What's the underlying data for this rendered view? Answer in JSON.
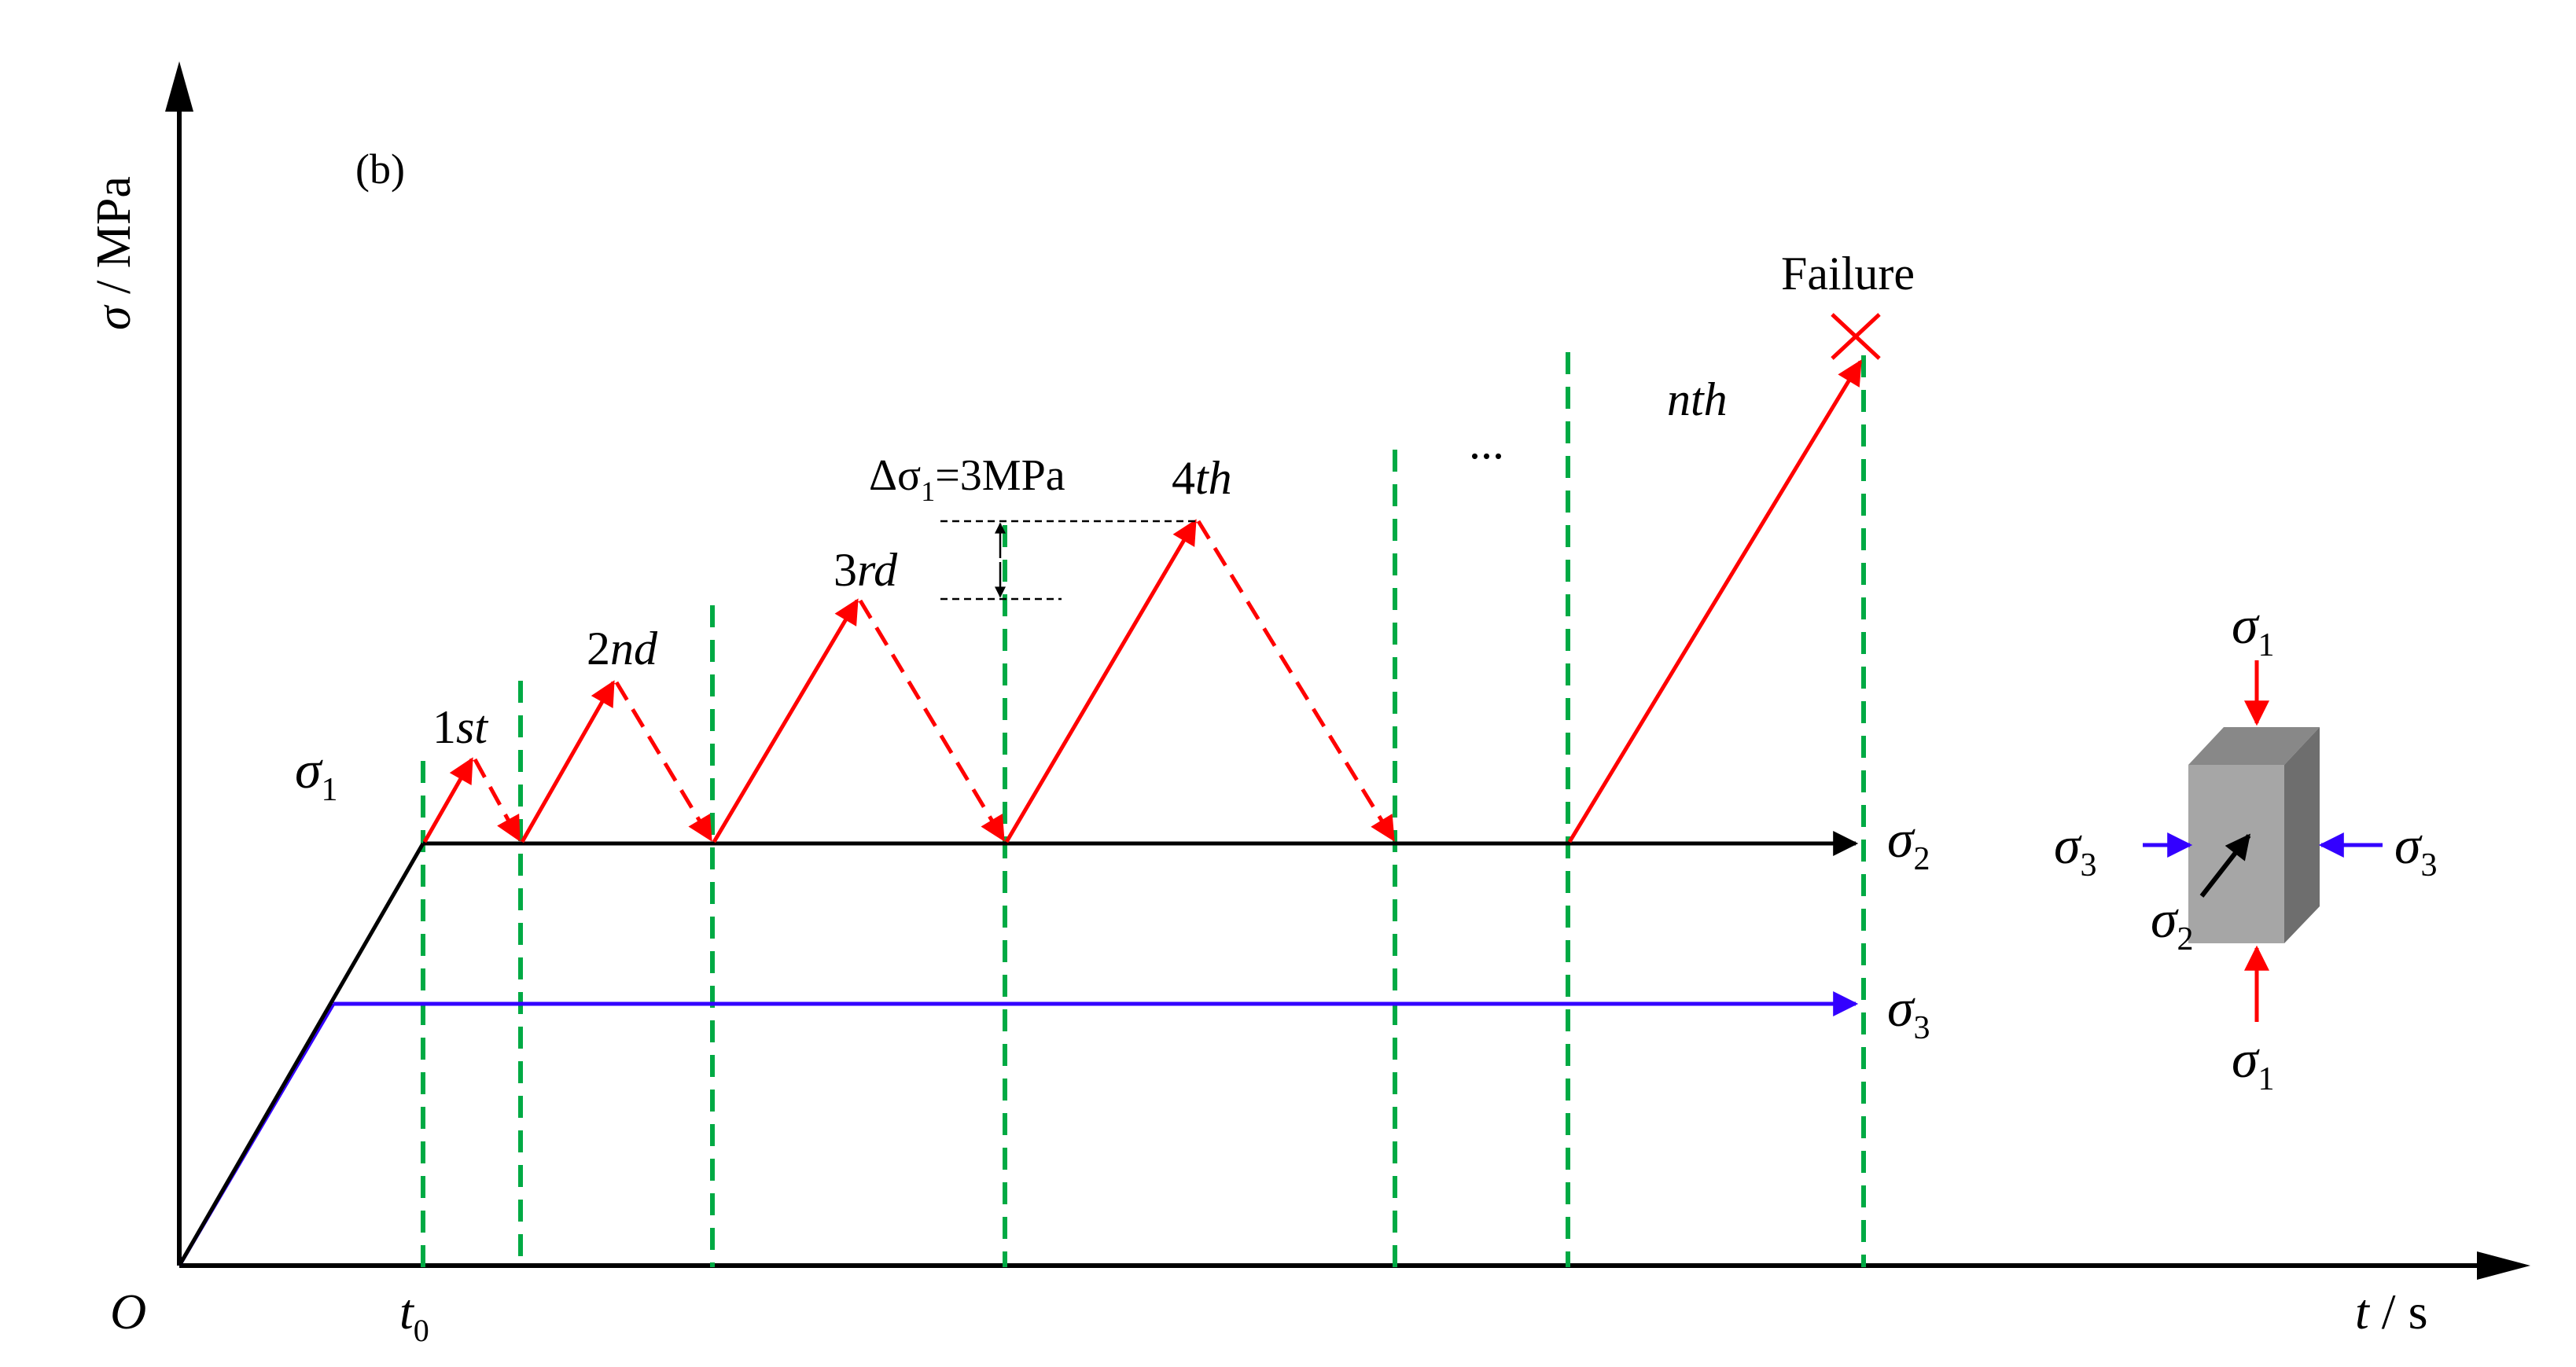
{
  "panel_label": "(b)",
  "axes": {
    "y_symbol": "σ",
    "y_unit": " / MPa",
    "x_symbol": "t",
    "x_unit": " / s",
    "origin": "O",
    "t0_symbol": "t",
    "t0_sub": "0"
  },
  "curve_labels": {
    "sigma": "σ",
    "sigma1_sub": "1",
    "sigma2_sub": "2",
    "sigma3_sub": "3"
  },
  "cycles": [
    {
      "num": "1",
      "suffix": "st"
    },
    {
      "num": "2",
      "suffix": "nd"
    },
    {
      "num": "3",
      "suffix": "rd"
    },
    {
      "num": "4",
      "suffix": "th"
    },
    {
      "num": "",
      "suffix": "nth"
    }
  ],
  "ellipsis": "...",
  "failure_label": "Failure",
  "increment": {
    "delta": "Δσ",
    "sub": "1",
    "value": "=3MPa"
  },
  "colors": {
    "axis": "#000000",
    "sigma1_load": "#ff0000",
    "sigma2": "#000000",
    "sigma3": "#3300ff",
    "guide": "#00aa44",
    "specimen_front": "#a6a6a6",
    "specimen_side": "#6e6e6e",
    "specimen_top": "#888888"
  }
}
